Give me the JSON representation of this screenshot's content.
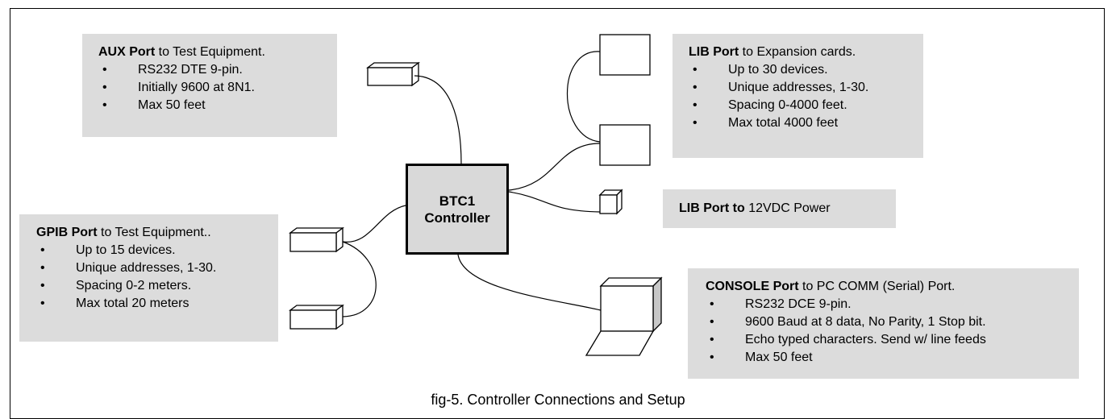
{
  "controller": {
    "line1": "BTC1",
    "line2": "Controller"
  },
  "aux": {
    "title": "AUX Port",
    "rest": " to Test Equipment.",
    "items": [
      "RS232 DTE 9-pin.",
      "Initially 9600 at 8N1.",
      "Max 50 feet"
    ]
  },
  "lib_expansion": {
    "title": "LIB Port",
    "rest": " to Expansion cards.",
    "items": [
      "Up to 30 devices.",
      "Unique addresses, 1-30.",
      "Spacing 0-4000 feet.",
      "Max total 4000 feet"
    ]
  },
  "lib_power": {
    "title": "LIB Port to",
    "rest": " 12VDC Power"
  },
  "gpib": {
    "title": "GPIB Port",
    "rest": " to Test Equipment..",
    "items": [
      "Up to 15 devices.",
      "Unique addresses, 1-30.",
      "Spacing 0-2 meters.",
      "Max total 20 meters"
    ]
  },
  "console": {
    "title": "CONSOLE Port",
    "rest": " to PC COMM (Serial) Port.",
    "items": [
      "RS232 DCE 9-pin.",
      "9600 Baud at 8 data, No Parity, 1 Stop bit.",
      "Echo typed characters.  Send w/ line feeds",
      "Max 50 feet"
    ]
  },
  "caption": "fig-5.  Controller Connections and Setup"
}
